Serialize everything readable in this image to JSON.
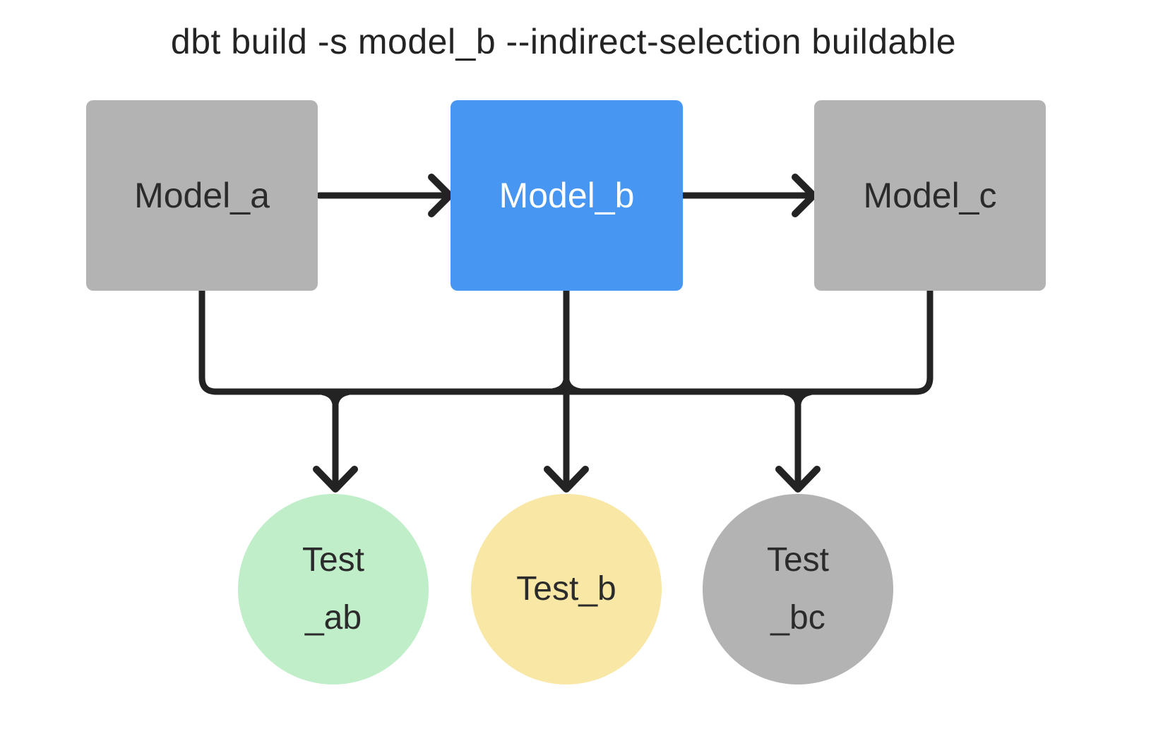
{
  "title": "dbt build -s model_b --indirect-selection buildable",
  "connector_color": "#232323",
  "nodes": [
    {
      "id": "model_a",
      "label": "Model_a",
      "shape": "rect",
      "color": "#b3b3b3",
      "text_color": "#2b2b2b",
      "selected": false
    },
    {
      "id": "model_b",
      "label": "Model_b",
      "shape": "rect",
      "color": "#4796f2",
      "text_color": "#ffffff",
      "selected": true
    },
    {
      "id": "model_c",
      "label": "Model_c",
      "shape": "rect",
      "color": "#b3b3b3",
      "text_color": "#2b2b2b",
      "selected": false
    },
    {
      "id": "test_ab",
      "label": "Test _ab",
      "lines": [
        "Test",
        "_ab"
      ],
      "shape": "circle",
      "color": "#bfeec9",
      "text_color": "#2b2b2b"
    },
    {
      "id": "test_b",
      "label": "Test_b",
      "lines": [
        "Test_b"
      ],
      "shape": "circle",
      "color": "#f8e7a5",
      "text_color": "#2b2b2b"
    },
    {
      "id": "test_bc",
      "label": "Test _bc",
      "lines": [
        "Test",
        "_bc"
      ],
      "shape": "circle",
      "color": "#b3b3b3",
      "text_color": "#2b2b2b"
    }
  ],
  "edges": [
    {
      "from": "model_a",
      "to": "model_b"
    },
    {
      "from": "model_b",
      "to": "model_c"
    },
    {
      "from": "model_a",
      "to": "test_ab"
    },
    {
      "from": "model_b",
      "to": "test_ab"
    },
    {
      "from": "model_b",
      "to": "test_b"
    },
    {
      "from": "model_b",
      "to": "test_bc"
    },
    {
      "from": "model_c",
      "to": "test_bc"
    }
  ]
}
